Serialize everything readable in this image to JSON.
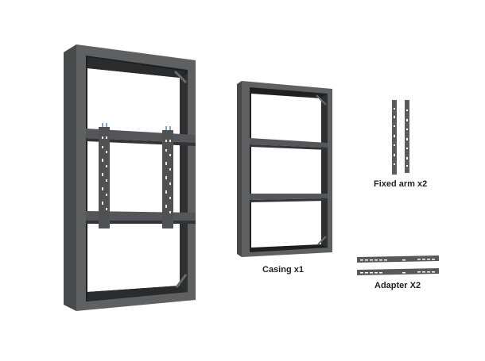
{
  "colors": {
    "background": "#ffffff",
    "frame_face": "#5f6062",
    "frame_side": "#48494b",
    "frame_inner": "#1f2021",
    "bracket": "#555658",
    "label": "#222222"
  },
  "items": [
    {
      "id": "assembled",
      "label": ""
    },
    {
      "id": "casing",
      "label": "Casing x1"
    },
    {
      "id": "fixed_arm",
      "label": "Fixed arm x2"
    },
    {
      "id": "adapter",
      "label": "Adapter X2"
    }
  ]
}
